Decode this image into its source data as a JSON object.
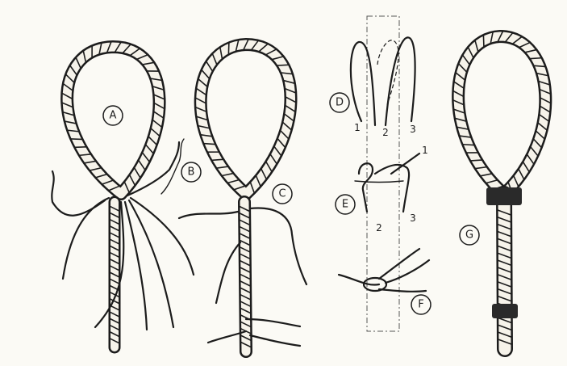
{
  "figure": {
    "panels": [
      {
        "id": "A",
        "label": "A"
      },
      {
        "id": "B",
        "label": "B"
      },
      {
        "id": "C",
        "label": "C"
      },
      {
        "id": "D",
        "label": "D"
      },
      {
        "id": "E",
        "label": "E"
      },
      {
        "id": "F",
        "label": "F"
      },
      {
        "id": "G",
        "label": "G"
      }
    ],
    "strand_numbers_D": [
      "1",
      "2",
      "3"
    ],
    "strand_numbers_E": [
      "1",
      "2",
      "3"
    ]
  },
  "colors": {
    "ink": "#1c1c1c",
    "paper": "#fbfaf5",
    "whipping": "#2a2a2a"
  }
}
